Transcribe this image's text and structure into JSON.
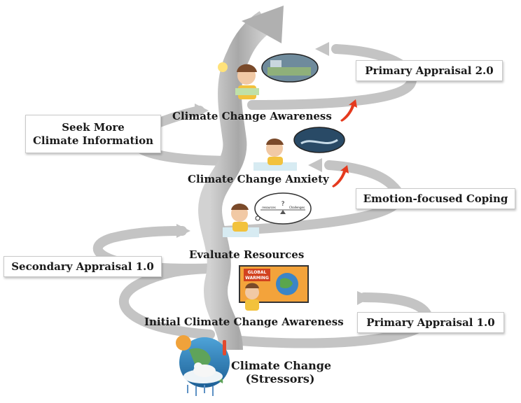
{
  "stages": {
    "climate_change": "Climate Change",
    "stressors": "(Stressors)",
    "initial_awareness": "Initial Climate Change Awareness",
    "evaluate_resources": "Evaluate Resources",
    "anxiety": "Climate Change Anxiety",
    "awareness": "Climate Change Awareness"
  },
  "boxes": {
    "primary_appraisal_1": "Primary Appraisal 1.0",
    "secondary_appraisal_1": "Secondary Appraisal 1.0",
    "emotion_focused_coping": "Emotion-focused Coping",
    "seek_info_line1": "Seek More",
    "seek_info_line2": "Climate Information",
    "primary_appraisal_2": "Primary Appraisal 2.0"
  },
  "illustration_text": {
    "global_warming_line1": "GLOBAL",
    "global_warming_line2": "WARMING",
    "bubble_question": "?",
    "bubble_left": "resources",
    "bubble_right": "Challenges"
  },
  "colors": {
    "spiral": "#b8b8b8",
    "spiral_dark": "#9a9a9a",
    "up_arrow": "#e53a1e",
    "globe": "#2f7fb8",
    "kid_shirt": "#f2c23d"
  }
}
